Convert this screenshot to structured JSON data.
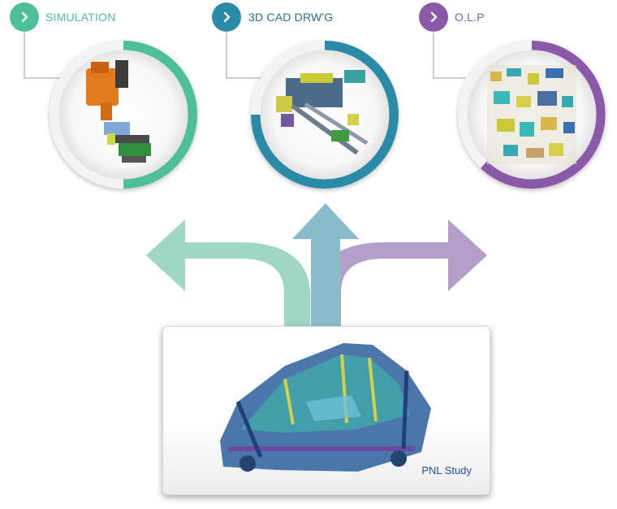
{
  "nodes": [
    {
      "id": "simulation",
      "label": "SIMULATION",
      "color": "#4fbf9a"
    },
    {
      "id": "cad",
      "label": "3D CAD DRW'G",
      "color": "#2b8aa6"
    },
    {
      "id": "olp",
      "label": "O.L.P",
      "color": "#8a5aa8"
    }
  ],
  "base": {
    "caption": "PNL Study"
  },
  "icons": {
    "badge": "chevron-right-icon"
  },
  "colors": {
    "arrow_left": "#9fd6c4",
    "arrow_center": "#88bccb",
    "arrow_right": "#b49fcb",
    "caption": "#1e4f9c",
    "connector": "#9a9a9a"
  }
}
